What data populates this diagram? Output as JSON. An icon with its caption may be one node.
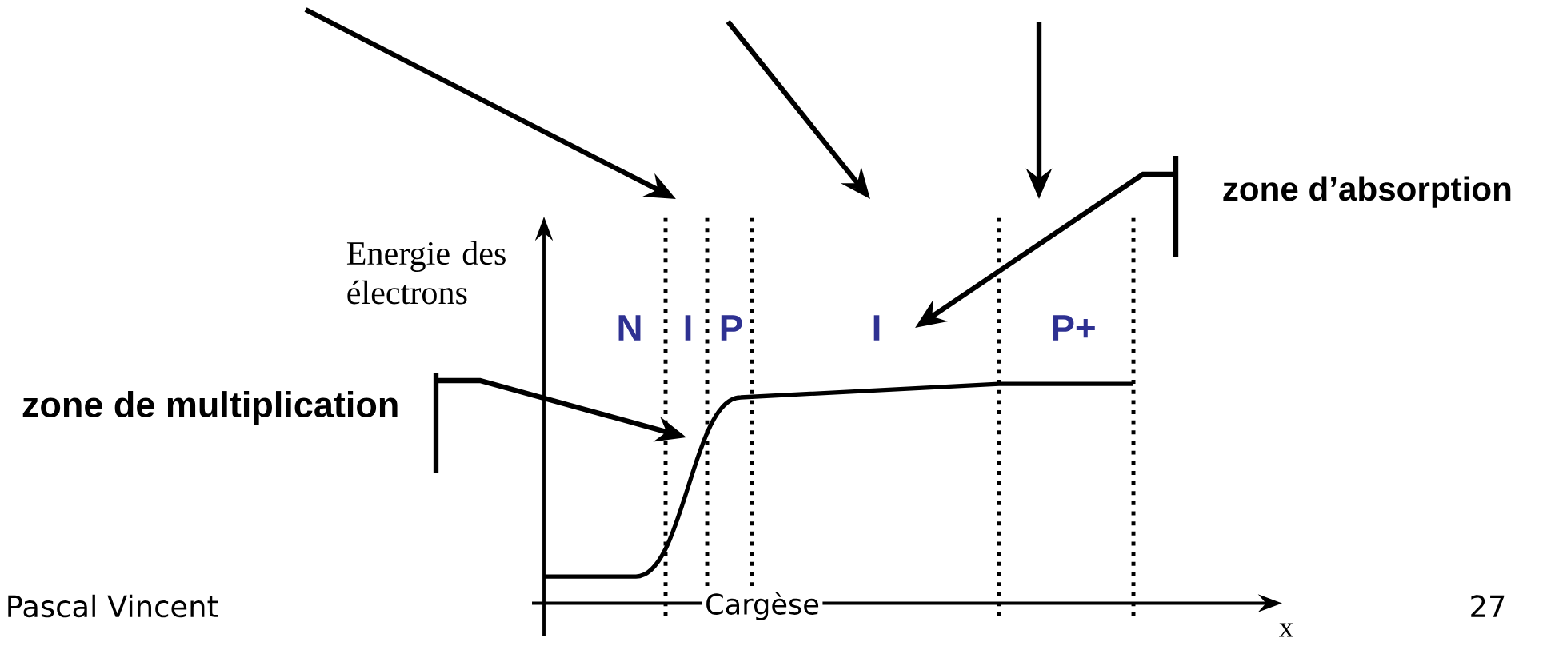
{
  "diagram": {
    "nodes": [
      {
        "text": [
          "zone d’absorption"
        ]
      },
      {
        "text": [
          "zone de multiplication"
        ]
      }
    ],
    "edges": [
      {
        "from": 0,
        "to": null,
        "arrow": "to"
      },
      {
        "from": 1,
        "to": null,
        "arrow": "to"
      }
    ],
    "labels": [
      "Energie des électrons",
      "N",
      "I",
      "P",
      "I",
      "P+",
      "x",
      "Pascal Vincent",
      "Cargèse",
      "27"
    ]
  }
}
